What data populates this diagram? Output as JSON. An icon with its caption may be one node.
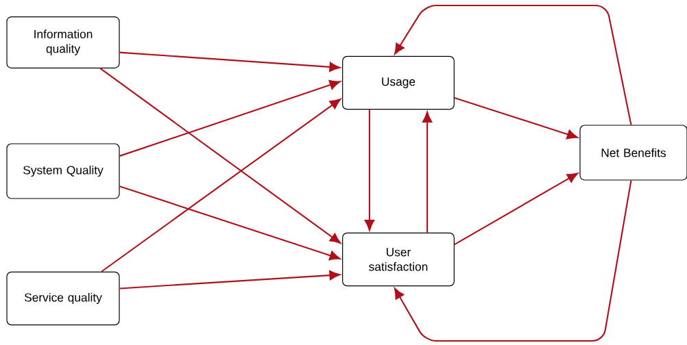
{
  "diagram": {
    "nodes": [
      {
        "text": [
          "Information quality"
        ]
      },
      {
        "text": [
          "System Quality"
        ]
      },
      {
        "text": [
          "Service quality"
        ]
      },
      {
        "text": [
          "Usage"
        ]
      },
      {
        "text": [
          "User satisfaction"
        ]
      },
      {
        "text": [
          "Net Benefits"
        ]
      }
    ],
    "edges": [
      {
        "from": 0,
        "to": 3,
        "arrow": "to"
      },
      {
        "from": 0,
        "to": 4,
        "arrow": "to"
      },
      {
        "from": 1,
        "to": 3,
        "arrow": "to"
      },
      {
        "from": 1,
        "to": 4,
        "arrow": "to"
      },
      {
        "from": 2,
        "to": 3,
        "arrow": "to"
      },
      {
        "from": 2,
        "to": 4,
        "arrow": "to"
      },
      {
        "from": 3,
        "to": 4,
        "arrow": "to"
      },
      {
        "from": 4,
        "to": 3,
        "arrow": "to"
      },
      {
        "from": 3,
        "to": 5,
        "arrow": "to"
      },
      {
        "from": 4,
        "to": 5,
        "arrow": "to"
      },
      {
        "from": 5,
        "to": 3,
        "arrow": "to"
      },
      {
        "from": 5,
        "to": 4,
        "arrow": "to"
      }
    ]
  }
}
